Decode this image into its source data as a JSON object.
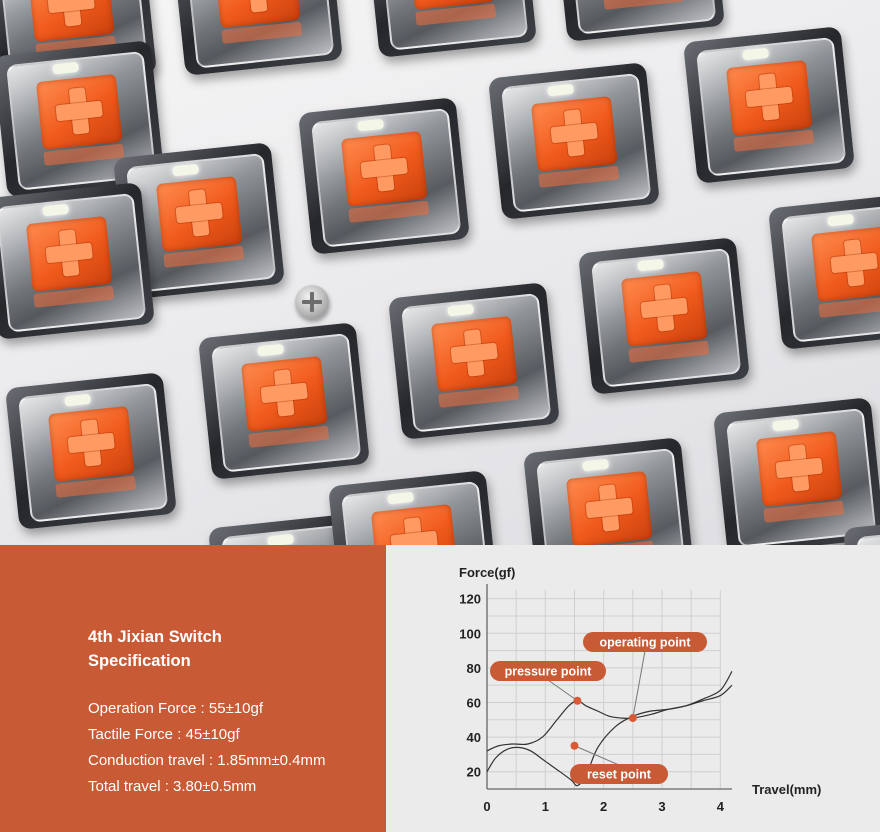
{
  "spec": {
    "title_line1": "4th Jixian Switch",
    "title_line2": "Specification",
    "items": [
      "Operation Force : 55±10gf",
      "Tactile Force : 45±10gf",
      "Conduction travel : 1.85mm±0.4mm",
      "Total travel : 3.80±0.5mm"
    ]
  },
  "colors": {
    "accent": "#c85a35",
    "callout": "#c85a35",
    "point": "#d95b34",
    "grid": "#cfcfcf",
    "curve": "#333333"
  },
  "photo": {
    "icon": "keyboard-switch-array-photo",
    "stem_color": "#f05a1c"
  },
  "chart_data": {
    "type": "line",
    "ylabel": "Force(gf)",
    "xlabel": "Travel(mm)",
    "xlim": [
      0,
      4.2
    ],
    "ylim": [
      10,
      125
    ],
    "x_ticks": [
      0,
      1,
      2,
      3,
      4
    ],
    "y_ticks": [
      20,
      40,
      60,
      80,
      100,
      120
    ],
    "grid": true,
    "series": [
      {
        "x": [
          0,
          0.15,
          0.35,
          0.55,
          0.75,
          1.0,
          1.25,
          1.45,
          1.55,
          1.7,
          1.9,
          2.2,
          2.5,
          2.8,
          3.1,
          3.4,
          3.7,
          4.0,
          4.2
        ],
        "y": [
          20,
          28,
          33,
          34,
          32,
          26,
          20,
          15,
          12,
          18,
          34,
          46,
          52,
          55,
          56,
          58,
          62,
          67,
          78
        ]
      },
      {
        "x": [
          0,
          0.2,
          0.45,
          0.7,
          0.95,
          1.2,
          1.4,
          1.55,
          1.7,
          1.9,
          2.1,
          2.3,
          2.5,
          2.8,
          3.1,
          3.4,
          3.7,
          4.0,
          4.2
        ],
        "y": [
          32,
          35,
          36,
          36,
          40,
          50,
          58,
          61,
          58,
          55,
          52,
          51,
          51,
          53,
          56,
          58,
          61,
          64,
          70
        ]
      }
    ],
    "annotations": [
      {
        "text": "operating point",
        "x": 2.5,
        "y": 51
      },
      {
        "text": "pressure point",
        "x": 1.55,
        "y": 61
      },
      {
        "text": "reset point",
        "x": 1.5,
        "y": 35
      }
    ]
  }
}
